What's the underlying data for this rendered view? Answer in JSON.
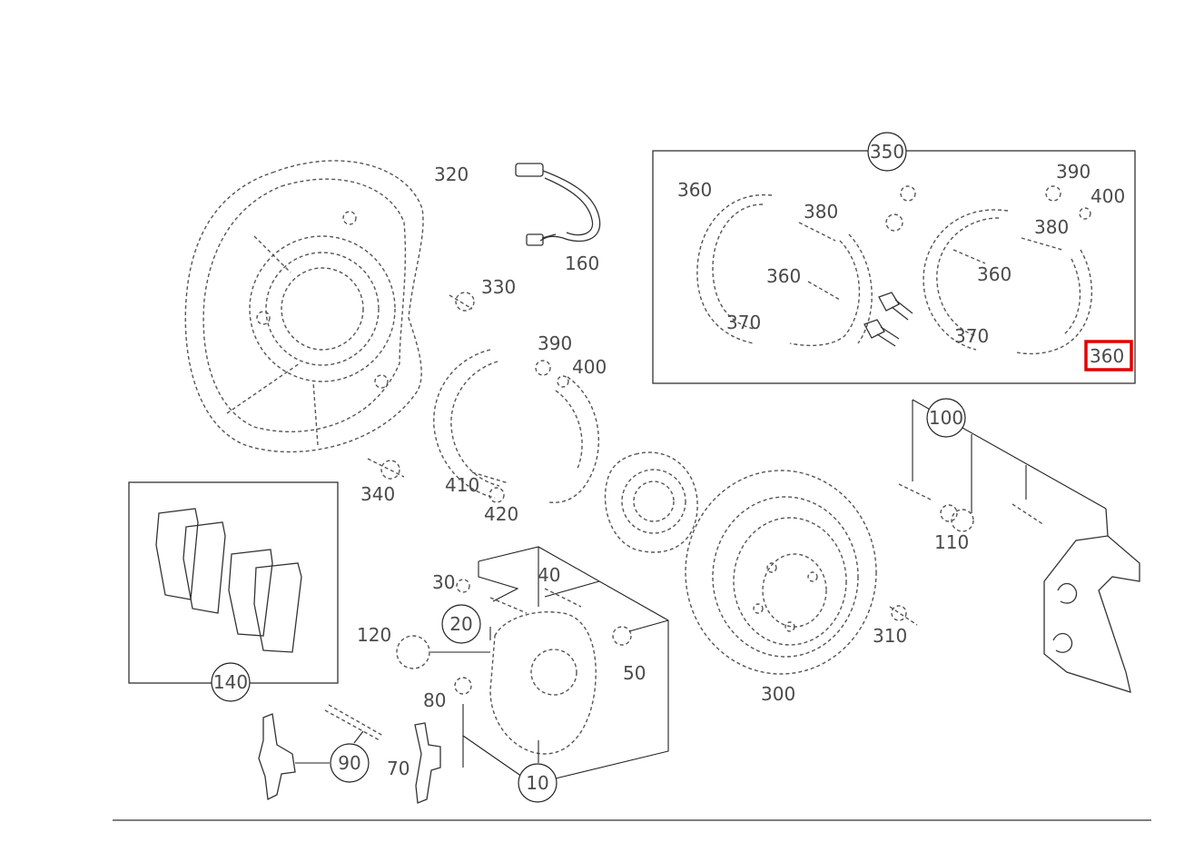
{
  "diagram": {
    "highlight_color": "#e30000",
    "callouts": {
      "c350": "350",
      "c100": "100",
      "c140": "140",
      "c20": "20",
      "c90": "90",
      "c10": "10"
    },
    "labels": {
      "l320": "320",
      "l160": "160",
      "l330": "330",
      "l390a": "390",
      "l400a": "400",
      "l340": "340",
      "l410": "410",
      "l420": "420",
      "l360a": "360",
      "l380a": "380",
      "l360b": "360",
      "l370a": "370",
      "l390b": "390",
      "l400b": "400",
      "l380b": "380",
      "l360c": "360",
      "l370b": "370",
      "l360d": "360",
      "l110": "110",
      "l300": "300",
      "l310": "310",
      "l30": "30",
      "l40": "40",
      "l120": "120",
      "l50": "50",
      "l80": "80",
      "l70": "70"
    }
  }
}
